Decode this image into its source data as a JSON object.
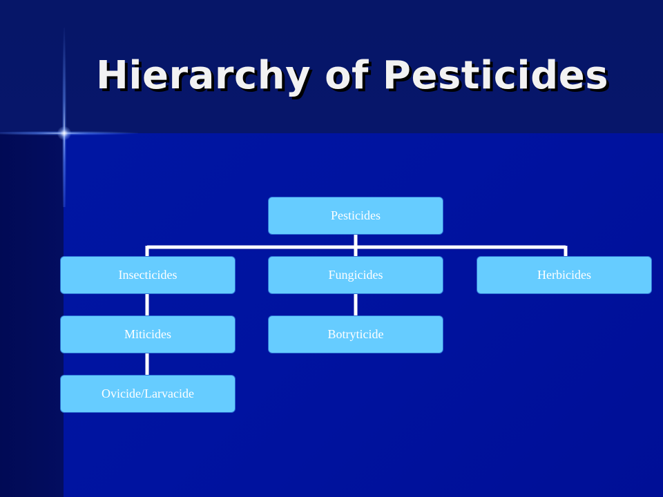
{
  "slide": {
    "title": "Hierarchy of Pesticides"
  },
  "diagram": {
    "root": {
      "label": "Pesticides"
    },
    "children": [
      {
        "label": "Insecticides",
        "children": [
          {
            "label": "Miticides"
          },
          {
            "label": "Ovicide/Larvacide"
          }
        ]
      },
      {
        "label": "Fungicides",
        "children": [
          {
            "label": "Botryticide"
          }
        ]
      },
      {
        "label": "Herbicides",
        "children": []
      }
    ]
  },
  "colors": {
    "node_fill": "#66ccff",
    "node_border": "#2b6fd3",
    "connector": "#ffffff",
    "background": "#000e7e"
  }
}
